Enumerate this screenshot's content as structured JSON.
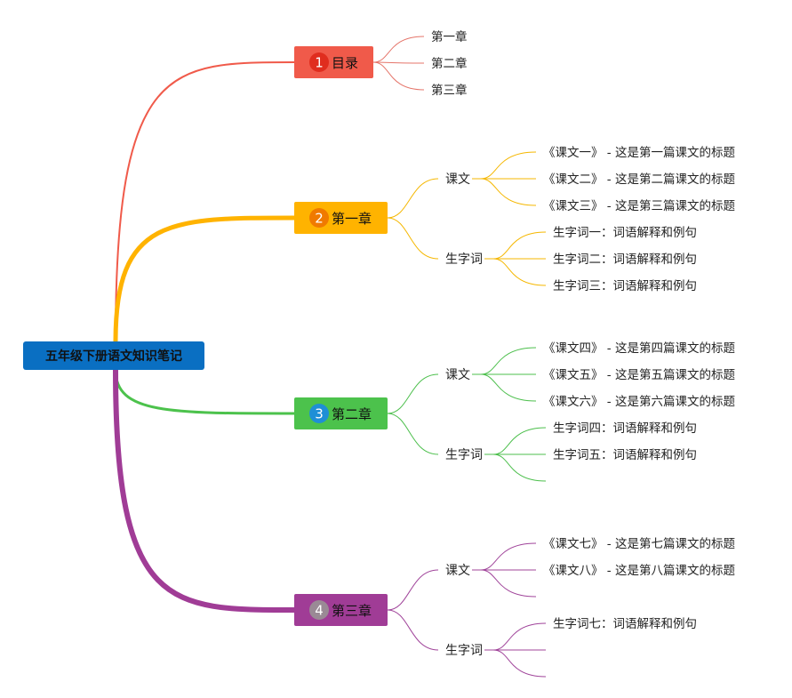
{
  "root": {
    "label": "五年级下册语文知识笔记",
    "color": "#0a6fc2"
  },
  "branches": [
    {
      "num": "1",
      "label": "目录",
      "color": "#f05a4a",
      "badge": "#e02d1e",
      "link": "#e5756a",
      "groups": [
        {
          "label": "",
          "leaves": [
            "第一章",
            "第二章",
            "第三章"
          ]
        }
      ]
    },
    {
      "num": "2",
      "label": "第一章",
      "color": "#ffb300",
      "badge": "#f07a00",
      "link": "#f5b700",
      "groups": [
        {
          "label": "课文",
          "leaves": [
            "《课文一》 - 这是第一篇课文的标题",
            "《课文二》 - 这是第二篇课文的标题",
            "《课文三》 - 这是第三篇课文的标题"
          ]
        },
        {
          "label": "生字词",
          "leaves": [
            "生字词一：词语解释和例句",
            "生字词二：词语解释和例句",
            "生字词三：词语解释和例句"
          ]
        }
      ]
    },
    {
      "num": "3",
      "label": "第二章",
      "color": "#4cc24c",
      "badge": "#1f8fd6",
      "link": "#4cbf4c",
      "groups": [
        {
          "label": "课文",
          "leaves": [
            "《课文四》 - 这是第四篇课文的标题",
            "《课文五》 - 这是第五篇课文的标题",
            "《课文六》 - 这是第六篇课文的标题"
          ]
        },
        {
          "label": "生字词",
          "leaves": [
            "生字词四：词语解释和例句",
            "生字词五：词语解释和例句",
            ""
          ]
        }
      ]
    },
    {
      "num": "4",
      "label": "第三章",
      "color": "#a03c96",
      "badge": "#9a8a95",
      "link": "#a0449a",
      "groups": [
        {
          "label": "课文",
          "leaves": [
            "《课文七》 - 这是第七篇课文的标题",
            "《课文八》 - 这是第八篇课文的标题",
            ""
          ]
        },
        {
          "label": "生字词",
          "leaves": [
            "生字词七：词语解释和例句",
            "",
            ""
          ]
        }
      ]
    }
  ]
}
